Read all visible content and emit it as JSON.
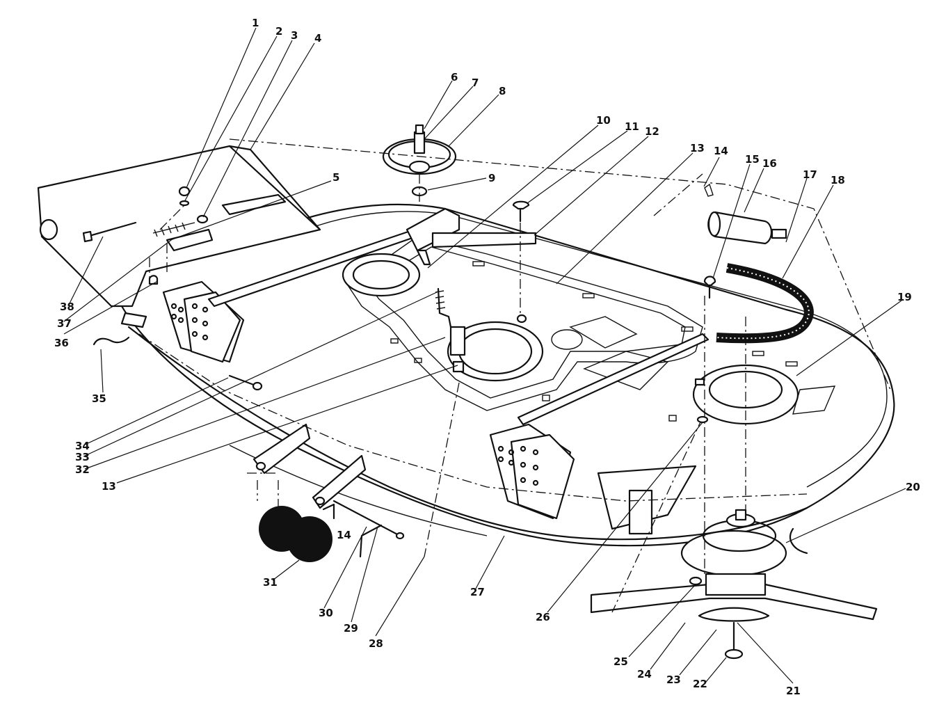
{
  "callouts": [
    {
      "id": "1",
      "label": "1"
    },
    {
      "id": "2",
      "label": "2"
    },
    {
      "id": "3",
      "label": "3"
    },
    {
      "id": "4",
      "label": "4"
    },
    {
      "id": "5",
      "label": "5"
    },
    {
      "id": "6",
      "label": "6"
    },
    {
      "id": "7",
      "label": "7"
    },
    {
      "id": "8",
      "label": "8"
    },
    {
      "id": "9",
      "label": "9"
    },
    {
      "id": "10",
      "label": "10"
    },
    {
      "id": "11",
      "label": "11"
    },
    {
      "id": "12",
      "label": "12"
    },
    {
      "id": "13a",
      "label": "13"
    },
    {
      "id": "14a",
      "label": "14"
    },
    {
      "id": "15",
      "label": "15"
    },
    {
      "id": "16",
      "label": "16"
    },
    {
      "id": "17",
      "label": "17"
    },
    {
      "id": "18",
      "label": "18"
    },
    {
      "id": "19",
      "label": "19"
    },
    {
      "id": "20",
      "label": "20"
    },
    {
      "id": "21",
      "label": "21"
    },
    {
      "id": "22",
      "label": "22"
    },
    {
      "id": "23",
      "label": "23"
    },
    {
      "id": "24",
      "label": "24"
    },
    {
      "id": "25",
      "label": "25"
    },
    {
      "id": "26",
      "label": "26"
    },
    {
      "id": "27",
      "label": "27"
    },
    {
      "id": "28",
      "label": "28"
    },
    {
      "id": "29",
      "label": "29"
    },
    {
      "id": "30",
      "label": "30"
    },
    {
      "id": "31",
      "label": "31"
    },
    {
      "id": "32",
      "label": "32"
    },
    {
      "id": "33",
      "label": "33"
    },
    {
      "id": "34",
      "label": "34"
    },
    {
      "id": "13b",
      "label": "13"
    },
    {
      "id": "35",
      "label": "35"
    },
    {
      "id": "36",
      "label": "36"
    },
    {
      "id": "37",
      "label": "37"
    },
    {
      "id": "38",
      "label": "38"
    },
    {
      "id": "14b",
      "label": "14"
    }
  ],
  "colors": {
    "line": "#111111",
    "background": "#ffffff",
    "fill_dark": "#111111"
  }
}
